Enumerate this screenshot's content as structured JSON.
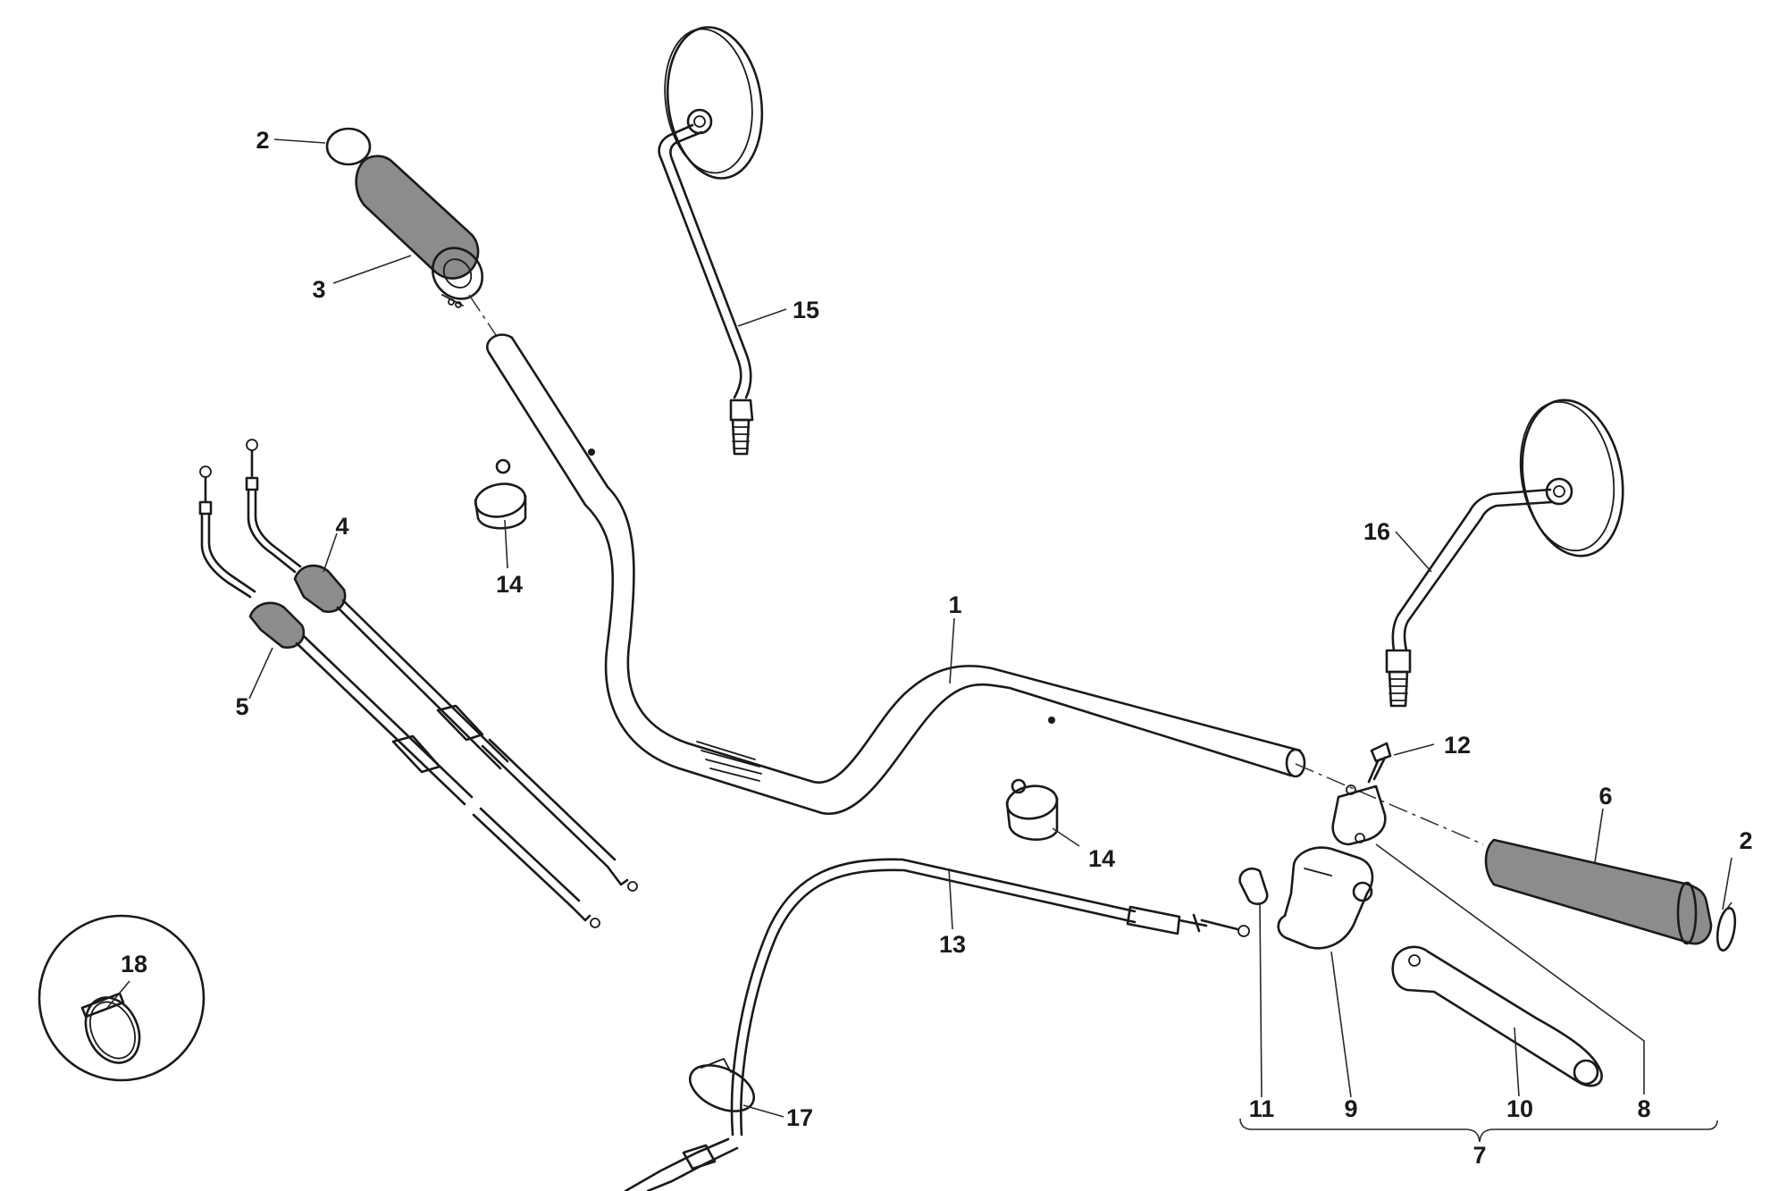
{
  "colors": {
    "line": "#1a1a1a",
    "grip_fill": "#8c8c8c",
    "background": "#ffffff"
  },
  "callouts": {
    "c1": "1",
    "c2a": "2",
    "c2b": "2",
    "c3": "3",
    "c4": "4",
    "c5": "5",
    "c6": "6",
    "c7": "7",
    "c8": "8",
    "c9": "9",
    "c10": "10",
    "c11": "11",
    "c12": "12",
    "c13": "13",
    "c14a": "14",
    "c14b": "14",
    "c15": "15",
    "c16": "16",
    "c17": "17",
    "c18": "18"
  }
}
